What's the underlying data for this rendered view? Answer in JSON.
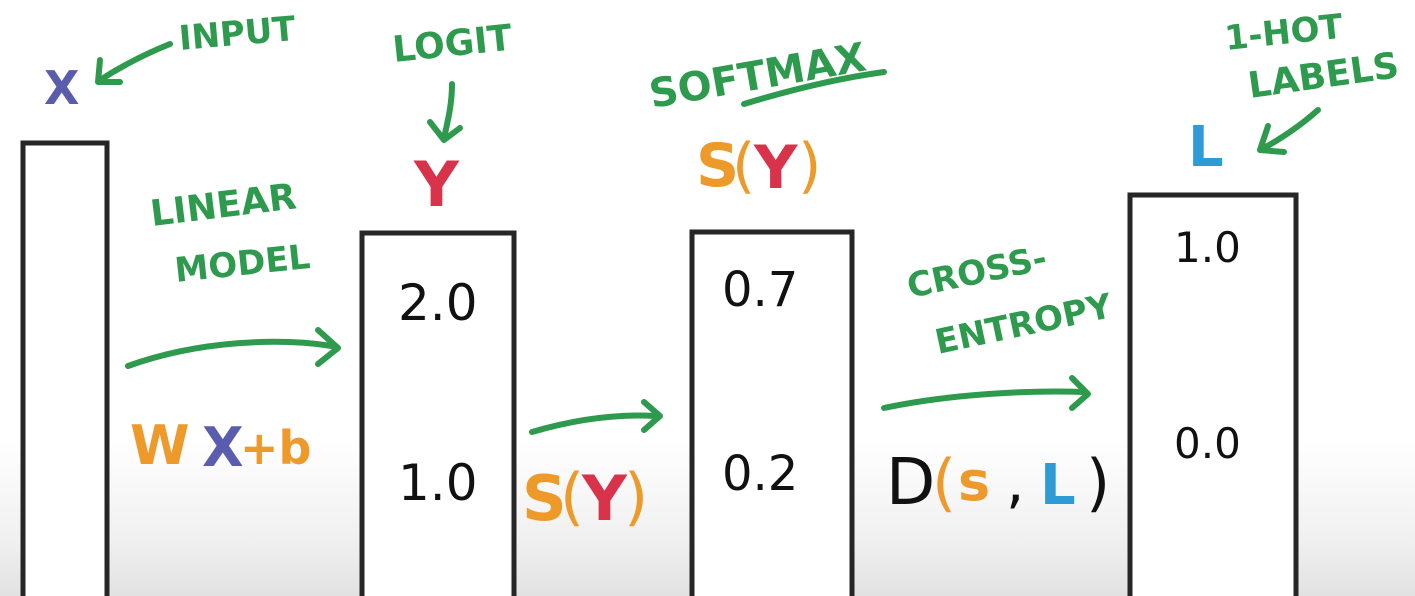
{
  "colors": {
    "green": "#2e9a4e",
    "purple": "#5a5cae",
    "red": "#d8334a",
    "orange": "#ee9a2a",
    "blue": "#2e9bd6",
    "ink": "#111111"
  },
  "input": {
    "symbol": "X",
    "label": "INPUT"
  },
  "linear_model": {
    "label_line1": "LINEAR",
    "label_line2": "MODEL",
    "w": "W",
    "x": "X",
    "plus_b": "+b"
  },
  "logit": {
    "label": "LOGIT",
    "symbol": "Y",
    "values": [
      "2.0",
      "1.0"
    ]
  },
  "softmax_fn": {
    "s": "S",
    "lp": "(",
    "y": "Y",
    "rp": ")"
  },
  "softmax": {
    "label": "SOFTMAX",
    "values": [
      "0.7",
      "0.2"
    ]
  },
  "cross_entropy": {
    "label_line1": "CROSS-",
    "label_line2": "ENTROPY",
    "d": "D",
    "lp": "(",
    "s": "s",
    "comma": ",",
    "l": "L",
    "rp": ")"
  },
  "labels": {
    "label_line1": "1-HOT",
    "label_line2": "LABELS",
    "symbol": "L",
    "values": [
      "1.0",
      "0.0"
    ]
  }
}
